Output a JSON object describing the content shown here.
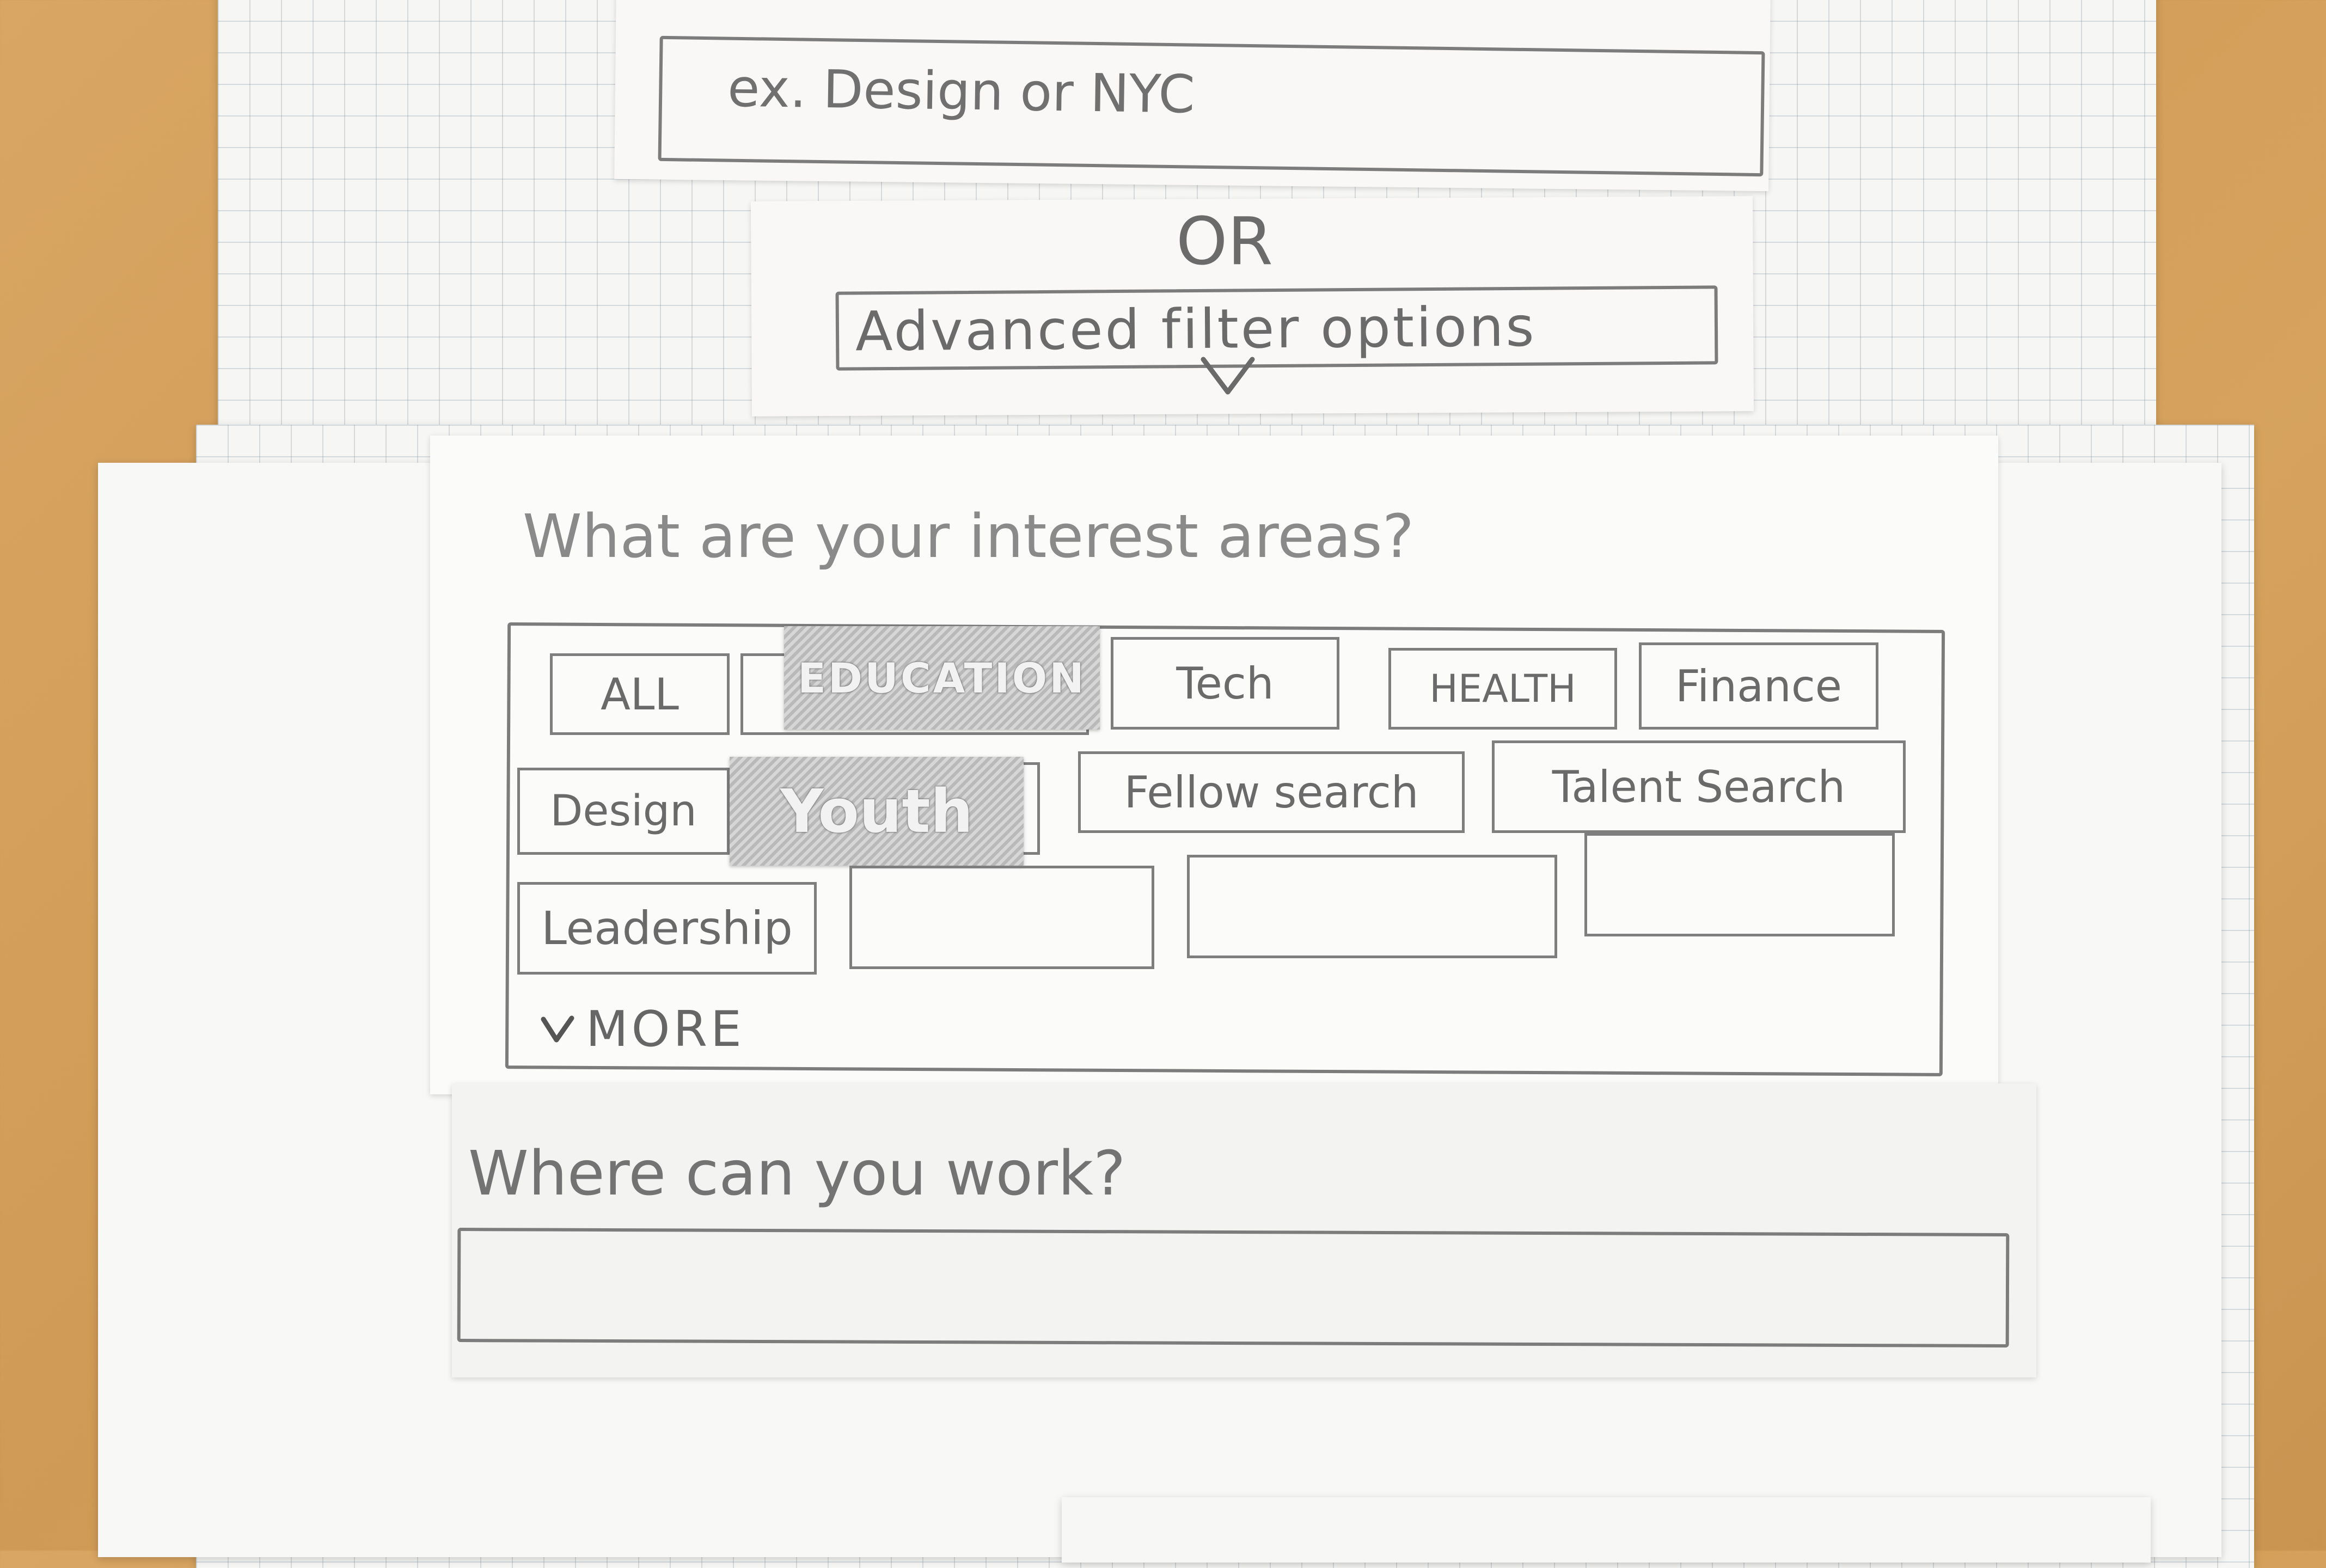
{
  "keyword_search": {
    "placeholder": "ex. Design or NYC"
  },
  "separator": {
    "text": "OR"
  },
  "advanced_filter": {
    "label": "Advanced filter options",
    "expand_icon": "chevron-down-icon"
  },
  "interest_areas": {
    "question": "What are your interest areas?",
    "tags": [
      {
        "label": "ALL",
        "selected": false
      },
      {
        "label": "EDUCATION",
        "selected": true
      },
      {
        "label": "Tech",
        "selected": false
      },
      {
        "label": "HEALTH",
        "selected": false
      },
      {
        "label": "Finance",
        "selected": false
      },
      {
        "label": "Design",
        "selected": false
      },
      {
        "label": "Youth",
        "selected": true
      },
      {
        "label": "Fellow search",
        "selected": false
      },
      {
        "label": "Talent Search",
        "selected": false
      },
      {
        "label": "Leadership",
        "selected": false
      },
      {
        "label": "",
        "selected": false
      },
      {
        "label": "",
        "selected": false
      },
      {
        "label": "",
        "selected": false
      }
    ],
    "more_label": "MORE",
    "more_icon": "chevron-down-icon"
  },
  "work_location": {
    "question": "Where can you work?",
    "value": ""
  }
}
